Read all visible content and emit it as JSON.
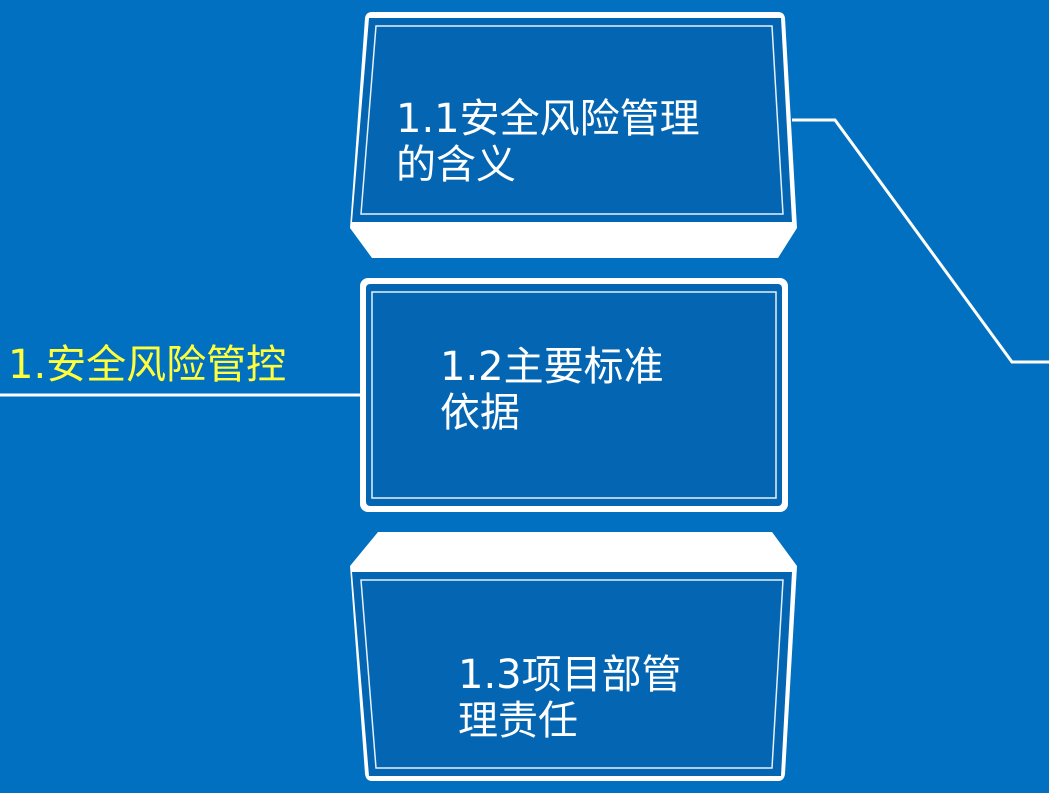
{
  "colors": {
    "background": "#0270C0",
    "box_fill": "#0465B2",
    "box_outline": "#FFFFFF",
    "root_text": "#FFFF3C",
    "node_text": "#FFFFFF"
  },
  "root": {
    "label": "1.安全风险管控"
  },
  "nodes": [
    {
      "line1": "1.1安全风险管理",
      "line2": "的含义"
    },
    {
      "line1": "1.2主要标准",
      "line2": "依据"
    },
    {
      "line1": "1.3项目部管",
      "line2": "理责任"
    }
  ]
}
